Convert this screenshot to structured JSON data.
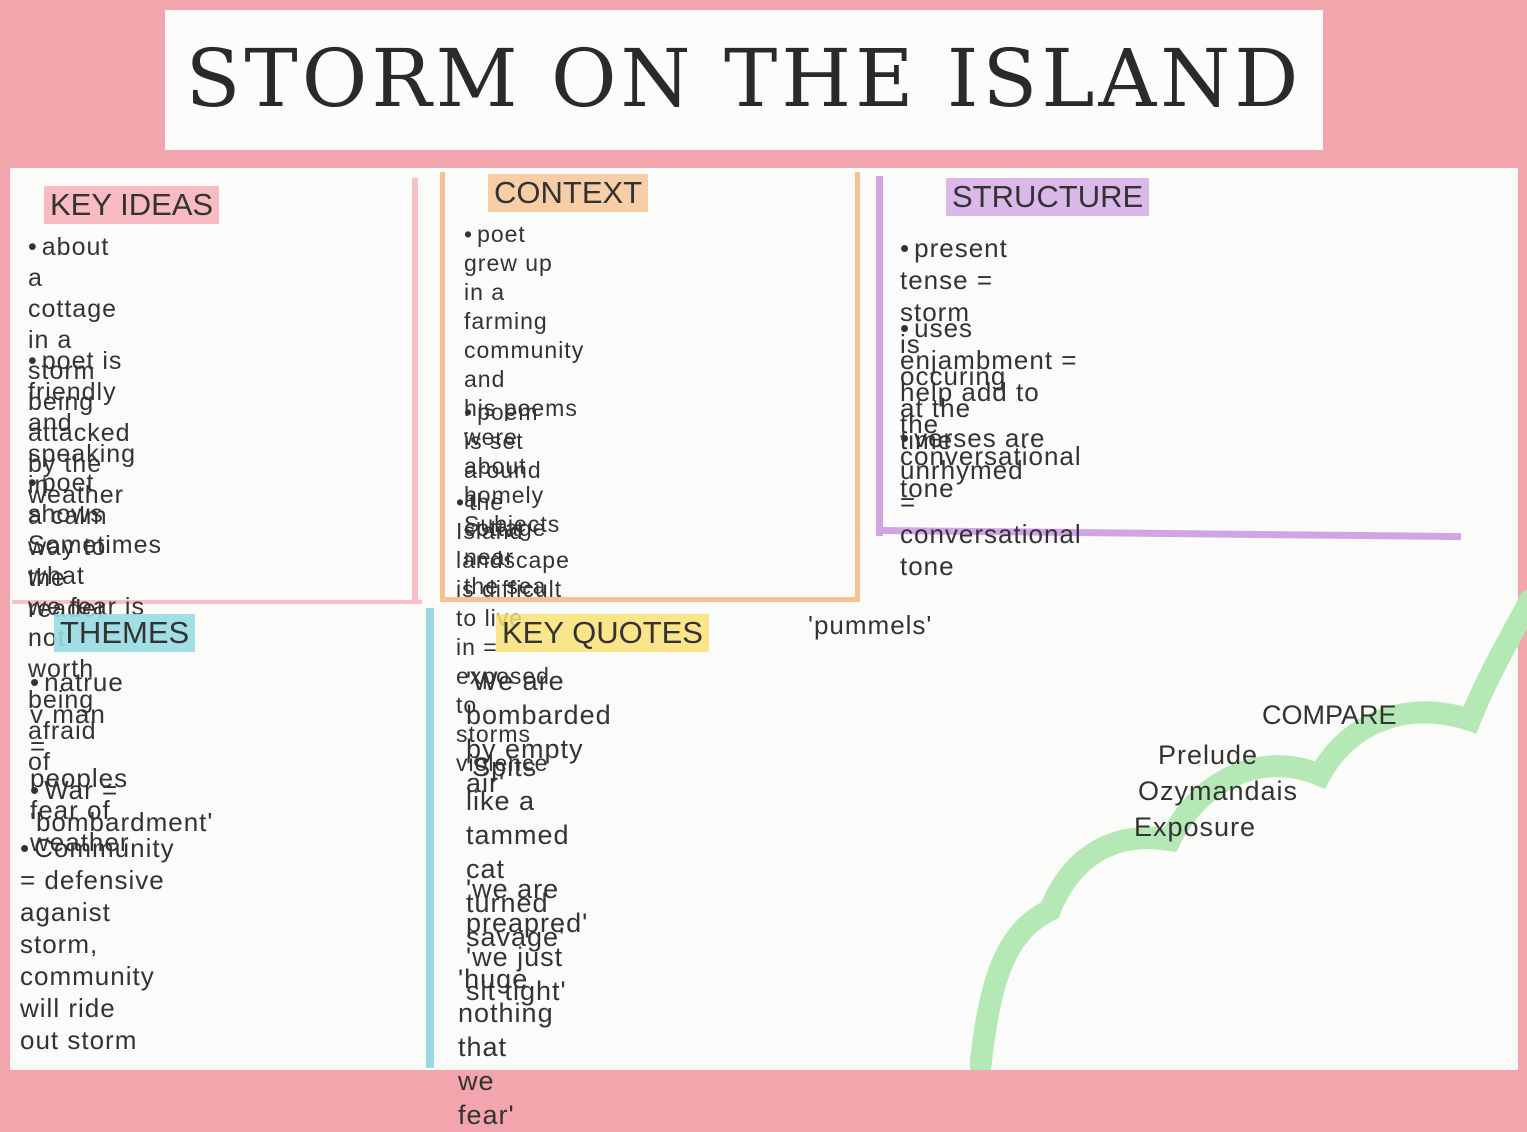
{
  "title": "STORM ON THE ISLAND",
  "key_ideas": {
    "heading": "KEY IDEAS",
    "bullets": [
      "about a cottage\nin a storm being\nattacked by the\nweather",
      "poet is friendly\nand speaking in\na calm way to\nthe reader",
      "poet shows\nSometimes what\nwe fear is not\nworth being afraid\nof"
    ]
  },
  "context": {
    "heading": "CONTEXT",
    "bullets": [
      "poet grew up\nin a farming\ncommunity and\nhis poems were\nabout homely\nSubjects",
      "poem is set\naround a cottage\nnear the sea",
      "the Island landscape\nis difficult to live\nin = exposed to\nstorms violence"
    ]
  },
  "structure": {
    "heading": "STRUCTURE",
    "bullets": [
      "present tense = storm\nis occuring at the time",
      "uses enjambment =\nhelp add to the\nconversational tone",
      "verses are unrhymed\n= conversational tone"
    ]
  },
  "themes": {
    "heading": "THEMES",
    "bullets": [
      "natrue v man\n= peoples fear of\nweather",
      "War = 'bombardment'",
      "Community = defensive\naganist storm,\ncommunity will ride\nout storm"
    ]
  },
  "key_quotes": {
    "heading": "KEY QUOTES",
    "side_quote": "'pummels'",
    "quotes": [
      "'We are bombarded\nby empty air'",
      "'Spits like a\ntammed cat\nturned savage'",
      "'we are preapred'\n'we just sit tight'",
      "'huge nothing that\nwe fear'"
    ]
  },
  "compare": {
    "heading": "COMPARE",
    "items": [
      "Prelude",
      "Ozymandais",
      "Exposure"
    ]
  },
  "colors": {
    "background": "#f3a5ad",
    "pink": "#f7abb4",
    "orange": "#f6c696",
    "purple": "#d4ace8",
    "blue": "#98dae2",
    "green": "#b4e8b4"
  }
}
